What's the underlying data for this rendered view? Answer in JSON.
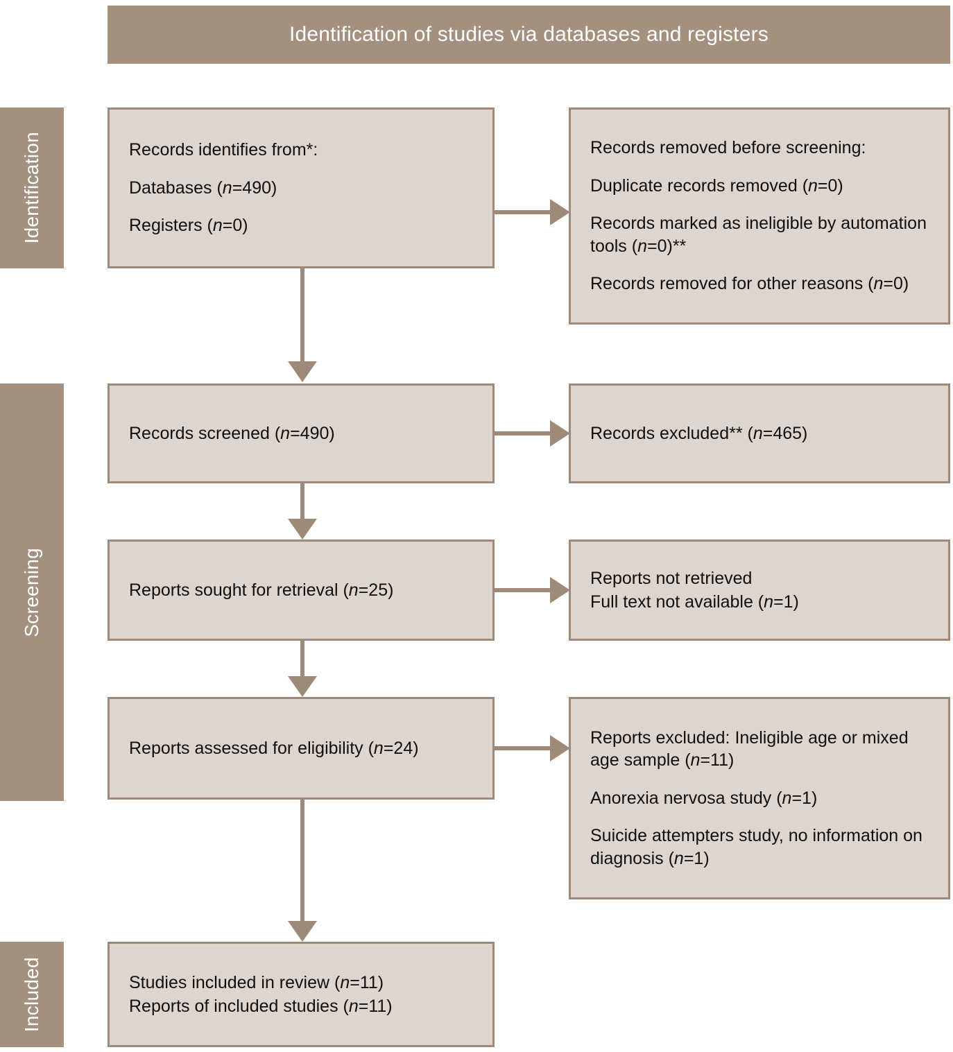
{
  "header": {
    "title": "Identification of studies via databases and registers"
  },
  "stages": {
    "identification": "Identification",
    "screening": "Screening",
    "included": "Included"
  },
  "boxes": {
    "identified": {
      "line1": "Records identifies from*:",
      "line2_a": "Databases (",
      "line2_n": "n",
      "line2_b": "=490)",
      "line3_a": "Registers (",
      "line3_n": "n",
      "line3_b": "=0)"
    },
    "removed": {
      "line1": "Records removed before screening:",
      "line2_a": "Duplicate records removed (",
      "line2_n": "n",
      "line2_b": "=0)",
      "line3_a": "Records marked as ineligible by automation tools (",
      "line3_n": "n",
      "line3_b": "=0)**",
      "line4_a": "Records removed for other reasons (",
      "line4_n": "n",
      "line4_b": "=0)"
    },
    "screened": {
      "line1_a": "Records screened (",
      "line1_n": "n",
      "line1_b": "=490)"
    },
    "excluded": {
      "line1_a": "Records excluded** (",
      "line1_n": "n",
      "line1_b": "=465)"
    },
    "sought": {
      "line1_a": "Reports sought for retrieval (",
      "line1_n": "n",
      "line1_b": "=25)"
    },
    "not_retrieved": {
      "line1": "Reports not retrieved",
      "line2_a": "Full text not available (",
      "line2_n": "n",
      "line2_b": "=1)"
    },
    "assessed": {
      "line1_a": "Reports assessed for eligibility (",
      "line1_n": "n",
      "line1_b": "=24)"
    },
    "reports_excluded": {
      "line1_a": "Reports excluded: Ineligible age or mixed age sample (",
      "line1_n": "n",
      "line1_b": "=11)",
      "line2_a": "Anorexia nervosa study (",
      "line2_n": "n",
      "line2_b": "=1)",
      "line3_a": "Suicide attempters study, no information on diagnosis (",
      "line3_n": "n",
      "line3_b": "=1)"
    },
    "included": {
      "line1_a": "Studies included in review (",
      "line1_n": "n",
      "line1_b": "=11)",
      "line2_a": "Reports of included studies (",
      "line2_n": "n",
      "line2_b": "=11)"
    }
  },
  "colors": {
    "brand_brown": "#a3907f",
    "box_fill": "#ddd5ce",
    "box_border": "#9d8a79",
    "connector": "#9d8a79",
    "text": "#0f0f0f",
    "header_text": "#ffffff"
  },
  "chart_data": {
    "type": "diagram",
    "title": "Identification of studies via databases and registers",
    "flow": [
      {
        "stage": "Identification",
        "node": "Records identifies from*: Databases (n=490), Registers (n=0)",
        "n": 490
      },
      {
        "stage": "Identification",
        "node": "Records removed before screening: Duplicate records removed (n=0); Records marked as ineligible by automation tools (n=0)**; Records removed for other reasons (n=0)",
        "n": 0
      },
      {
        "stage": "Screening",
        "node": "Records screened",
        "n": 490
      },
      {
        "stage": "Screening",
        "node": "Records excluded**",
        "n": 465
      },
      {
        "stage": "Screening",
        "node": "Reports sought for retrieval",
        "n": 25
      },
      {
        "stage": "Screening",
        "node": "Reports not retrieved / Full text not available",
        "n": 1
      },
      {
        "stage": "Screening",
        "node": "Reports assessed for eligibility",
        "n": 24
      },
      {
        "stage": "Screening",
        "node": "Reports excluded: Ineligible age or mixed age sample",
        "n": 11
      },
      {
        "stage": "Screening",
        "node": "Anorexia nervosa study",
        "n": 1
      },
      {
        "stage": "Screening",
        "node": "Suicide attempters study, no information on diagnosis",
        "n": 1
      },
      {
        "stage": "Included",
        "node": "Studies included in review",
        "n": 11
      },
      {
        "stage": "Included",
        "node": "Reports of included studies",
        "n": 11
      }
    ]
  }
}
